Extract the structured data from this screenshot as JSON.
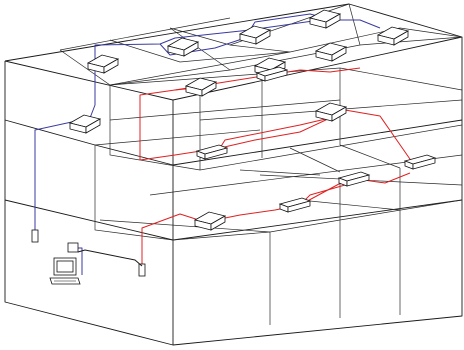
{
  "colors": {
    "frame": "#1a1a1a",
    "red_wire": "#e02020",
    "blue_wire": "#3a3aa0",
    "unit": "#111111"
  },
  "icons": {
    "ceiling_unit": "ceiling-cassette-unit-icon",
    "controller": "wall-controller-icon",
    "computer": "computer-workstation-icon"
  },
  "floors": [
    "top-floor",
    "middle-floor",
    "ground-floor"
  ],
  "unit_count": 16,
  "controller_count": 3
}
